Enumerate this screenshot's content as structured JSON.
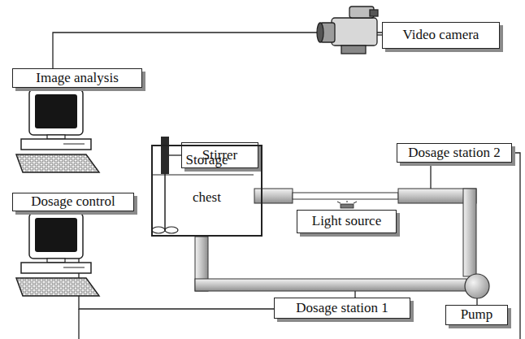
{
  "diagram": {
    "nodes": [
      {
        "text": [
          "Video camera"
        ]
      },
      {
        "text": [
          "Image analysis"
        ]
      },
      {
        "text": [
          "Stirrer"
        ]
      },
      {
        "text": [
          "Storage",
          "chest"
        ]
      },
      {
        "text": [
          "Dosage station 2"
        ]
      },
      {
        "text": [
          "Light source"
        ]
      },
      {
        "text": [
          "Dosage control"
        ]
      },
      {
        "text": [
          "Dosage station 1"
        ]
      },
      {
        "text": [
          "Pump"
        ]
      }
    ],
    "edges": [
      {
        "from": 1,
        "to": 0,
        "arrow": "none"
      },
      {
        "from": 6,
        "to": 7,
        "arrow": "none"
      }
    ]
  }
}
